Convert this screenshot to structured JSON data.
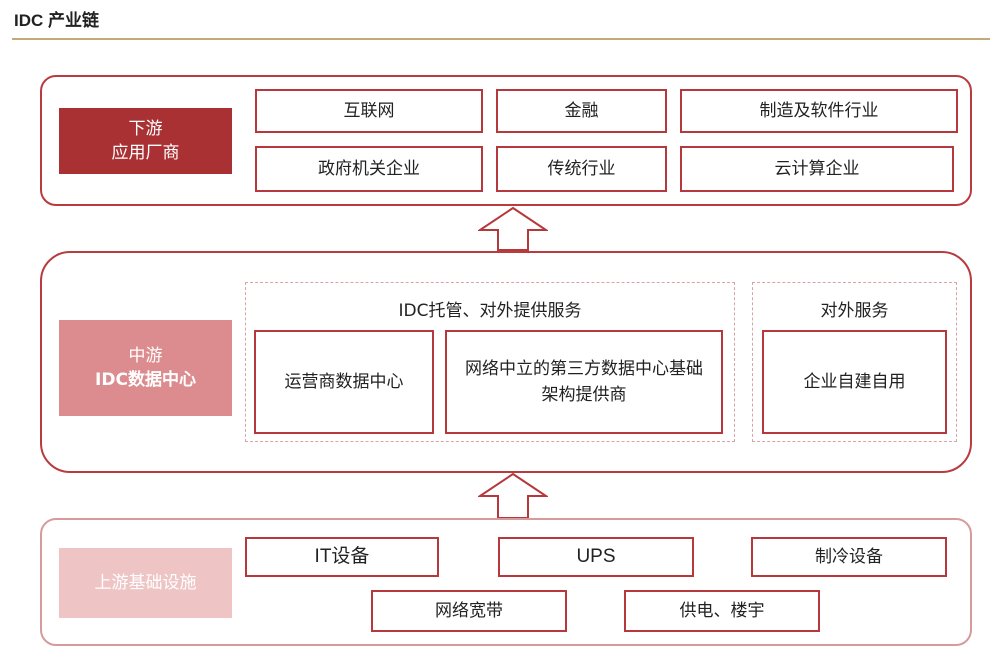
{
  "header": {
    "title": "IDC 产业链"
  },
  "downstream": {
    "label": [
      "下游",
      "应用厂商"
    ],
    "items": [
      "互联网",
      "金融",
      "制造及软件行业",
      "政府机关企业",
      "传统行业",
      "云计算企业"
    ]
  },
  "midstream": {
    "label": [
      "中游",
      "IDC数据中心"
    ],
    "group1": {
      "title": "IDC托管、对外提供服务",
      "items": [
        "运营商数据中心",
        "网络中立的第三方数据中心基础架构提供商"
      ]
    },
    "group2": {
      "title": "对外服务",
      "items": [
        "企业自建自用"
      ]
    }
  },
  "upstream": {
    "label": "上游基础设施",
    "items": [
      "IT设备",
      "UPS",
      "制冷设备",
      "网络宽带",
      "供电、楼宇"
    ]
  },
  "colors": {
    "dark_red": "#a93033",
    "mid_red": "#dc8c8f",
    "light_red": "#eec4c5",
    "border": "#b5393c"
  }
}
